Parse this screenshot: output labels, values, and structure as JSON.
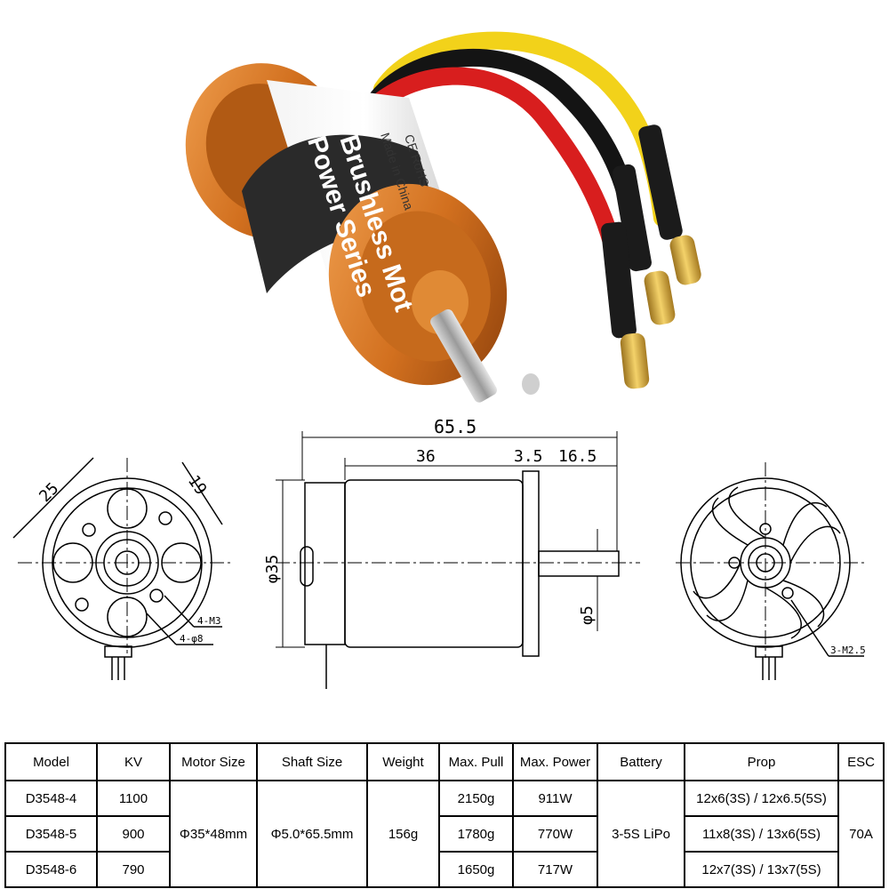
{
  "photo": {
    "label_line1": "Brushless Mot",
    "label_line2": "Power Series",
    "label_line3": "Made in China",
    "label_line4": "CE RoHS"
  },
  "drawing": {
    "left_dim_25": "25",
    "left_dim_19": "19",
    "left_label_m3": "4-M3",
    "left_label_d8": "4-φ8",
    "side_len_total": "65.5",
    "side_len_body": "36",
    "side_len_3_5": "3.5",
    "side_len_16_5": "16.5",
    "side_dia_35": "φ35",
    "side_dia_5": "φ5",
    "right_label_m25": "3-M2.5"
  },
  "table": {
    "headers": [
      "Model",
      "KV",
      "Motor Size",
      "Shaft Size",
      "Weight",
      "Max. Pull",
      "Max. Power",
      "Battery",
      "Prop",
      "ESC"
    ],
    "shared": {
      "motor_size": "Φ35*48mm",
      "shaft_size": "Φ5.0*65.5mm",
      "weight": "156g",
      "battery": "3-5S LiPo",
      "esc": "70A"
    },
    "rows": [
      {
        "model": "D3548-4",
        "kv": "1100",
        "pull": "2150g",
        "power": "911W",
        "prop": "12x6(3S) / 12x6.5(5S)"
      },
      {
        "model": "D3548-5",
        "kv": "900",
        "pull": "1780g",
        "power": "770W",
        "prop": "11x8(3S) / 13x6(5S)"
      },
      {
        "model": "D3548-6",
        "kv": "790",
        "pull": "1650g",
        "power": "717W",
        "prop": "12x7(3S) / 13x7(5S)"
      }
    ]
  }
}
